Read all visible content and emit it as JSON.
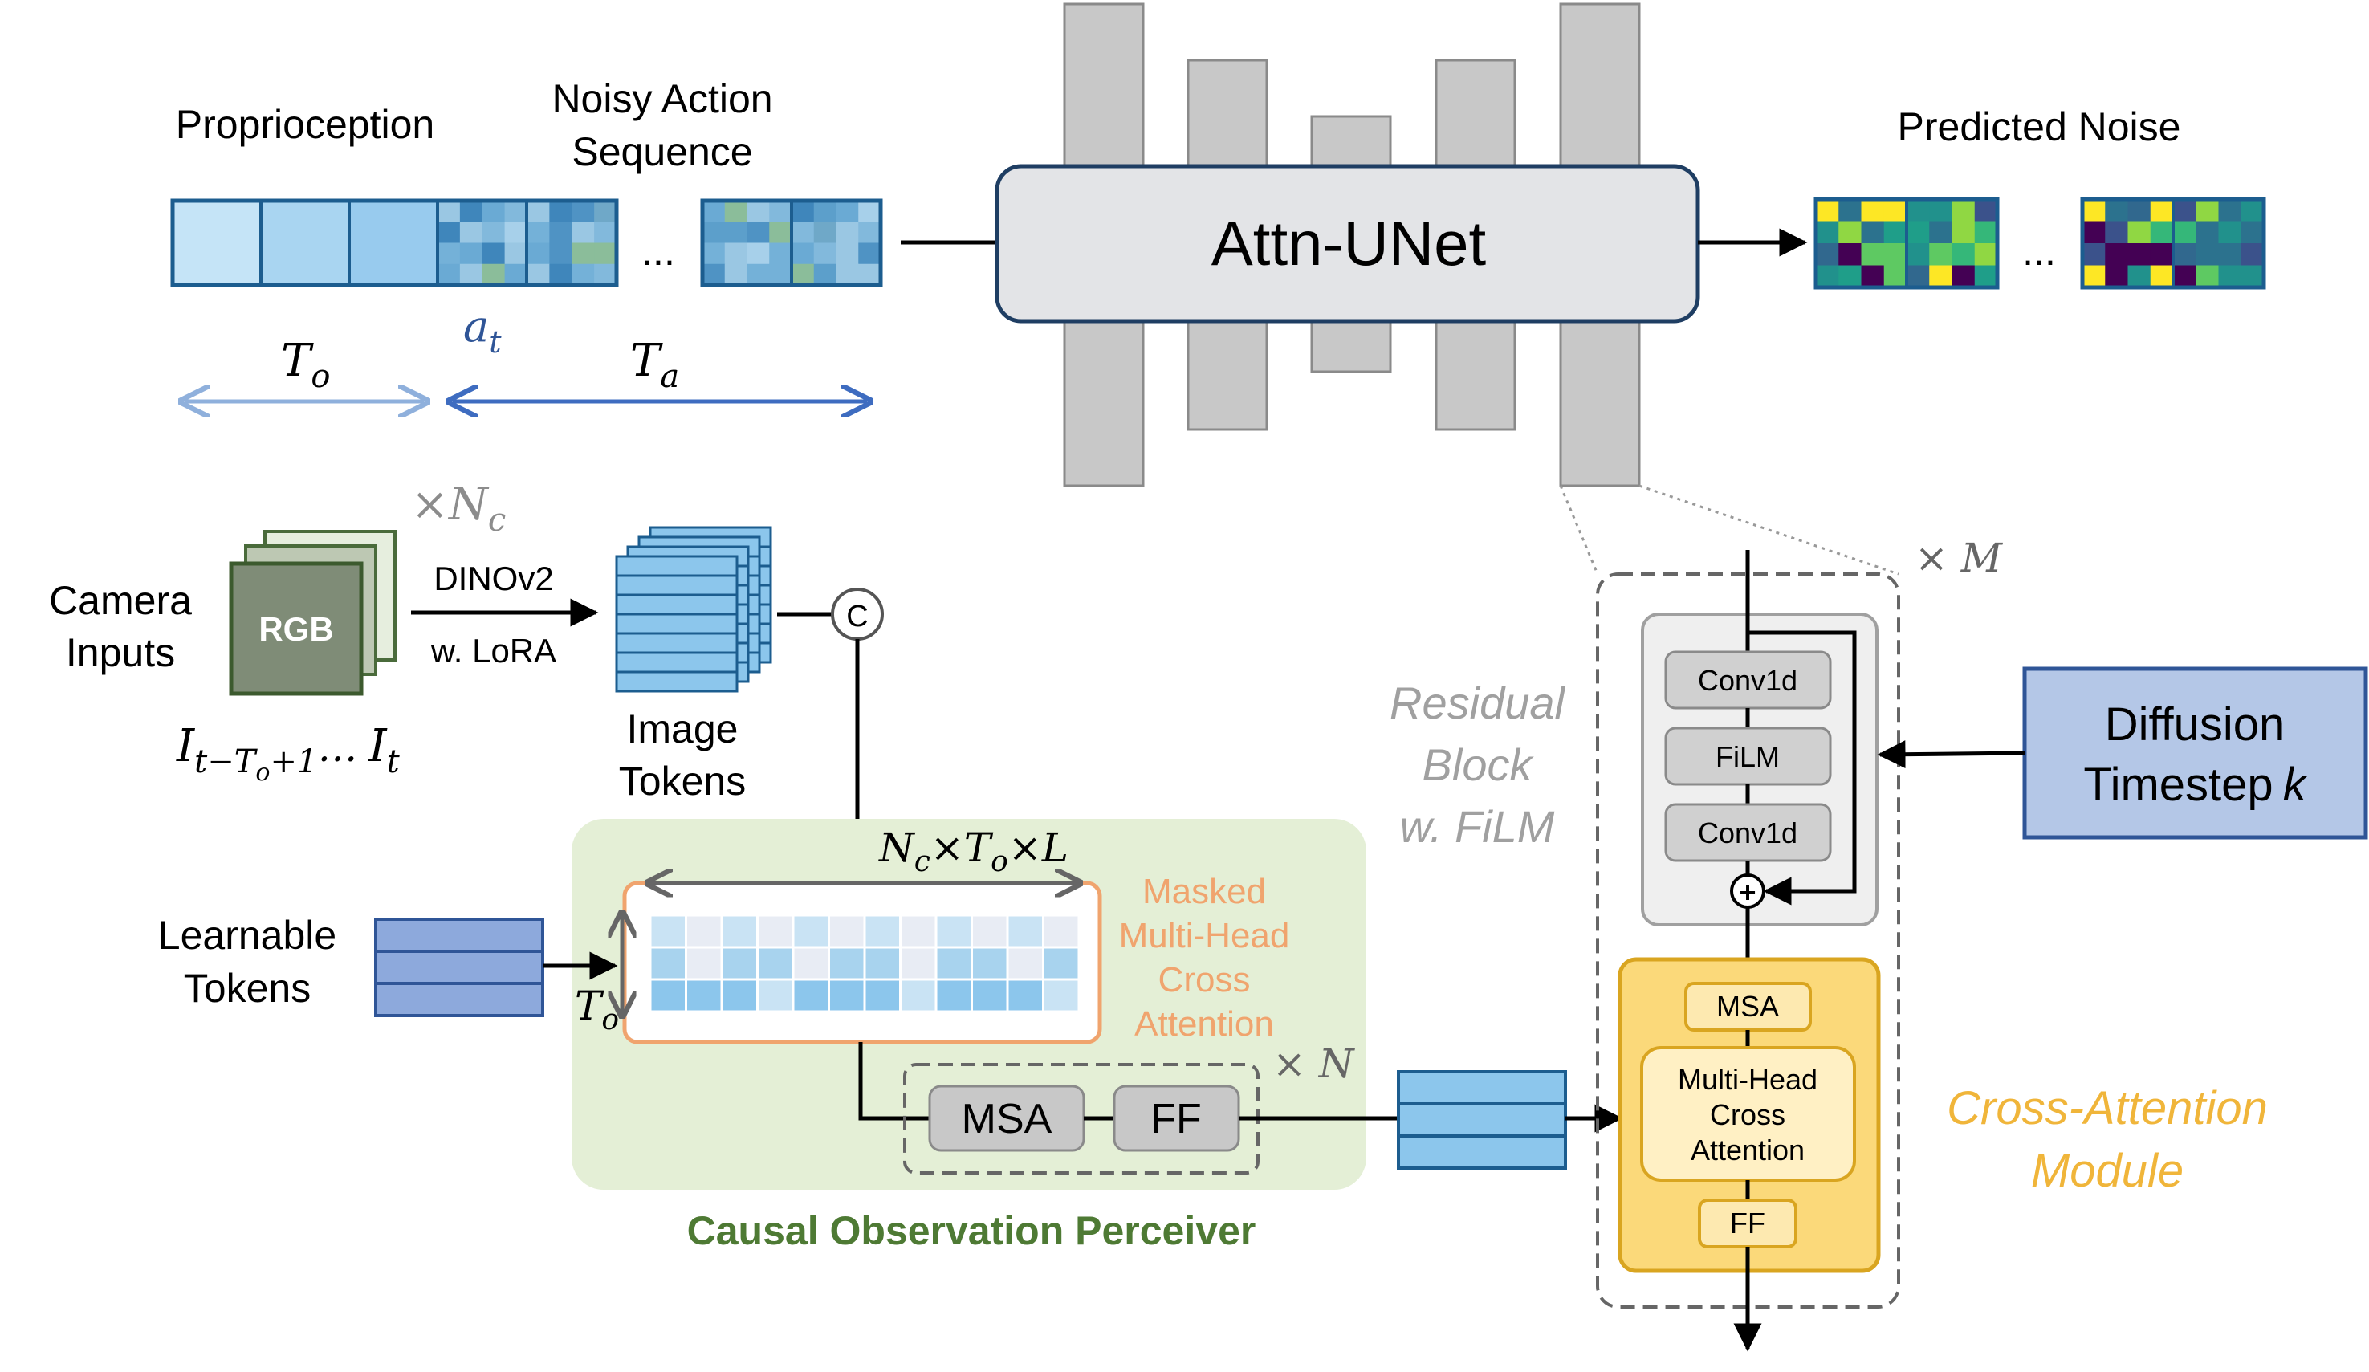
{
  "labels": {
    "proprioception": "Proprioception",
    "noisy_action_line1": "Noisy Action",
    "noisy_action_line2": "Sequence",
    "ellipsis": "...",
    "attn_unet": "Attn-UNet",
    "predicted_noise": "Predicted Noise",
    "a_t_main": "a",
    "a_t_sub": "t",
    "t_o_main": "T",
    "t_o_sub": "o",
    "t_a_main": "T",
    "t_a_sub": "a",
    "times_nc_main": "×N",
    "times_nc_sub": "c",
    "camera_line1": "Camera",
    "camera_line2": "Inputs",
    "rgb": "RGB",
    "dinov2": "DINOv2",
    "lora": "w. LoRA",
    "img_seq_main": "I",
    "img_seq_sub": "t−T",
    "img_seq_subsub": "o",
    "img_seq_plus": "+1",
    "img_seq_dots": "…",
    "img_t_main": "I",
    "img_t_sub": "t",
    "image_tokens_line1": "Image",
    "image_tokens_line2": "Tokens",
    "concat": "C",
    "nc_to_l": "N",
    "nc_to_l_c": "c",
    "nc_to_l_mid": "×T",
    "nc_to_l_o": "o",
    "nc_to_l_end": "×L",
    "learnable_line1": "Learnable",
    "learnable_line2": "Tokens",
    "masked_line1": "Masked",
    "masked_line2": "Multi-Head",
    "masked_line3": "Cross",
    "masked_line4": "Attention",
    "t_o_left_main": "T",
    "t_o_left_sub": "o",
    "msa": "MSA",
    "ff": "FF",
    "times_n": "× N",
    "perceiver_title": "Causal Observation Perceiver",
    "residual_line1": "Residual",
    "residual_line2": "Block",
    "residual_line3": "w. FiLM",
    "times_m": "× M",
    "conv1d_top": "Conv1d",
    "film": "FiLM",
    "conv1d_bottom": "Conv1d",
    "plus": "+",
    "ca_msa": "MSA",
    "ca_mhca_line1": "Multi-Head",
    "ca_mhca_line2": "Cross",
    "ca_mhca_line3": "Attention",
    "ca_ff": "FF",
    "cross_attn_line1": "Cross-Attention",
    "cross_attn_line2": "Module",
    "diffusion_line1": "Diffusion",
    "diffusion_line2": "Timestep",
    "diffusion_k": "k"
  },
  "colors": {
    "proprio_cells": [
      "#c5e4f7",
      "#a9d5f1",
      "#98cbee"
    ],
    "token_blue": "#8cc6ec",
    "learnable_blue": "#8da9dc",
    "unet_bar": "#c8c8c8",
    "unet_body": "#e3e4e7",
    "unet_border": "#1f3e63",
    "perceiver_bg": "#e4efd6",
    "perceiver_title": "#4e7a34",
    "masked_orange": "#f0a46e",
    "residual_gray": "#a0a0a0",
    "cross_attn_fill": "#fbd97a",
    "cross_attn_border": "#d9a520",
    "cross_attn_label": "#f0b53a",
    "diffusion_fill": "#b4c7e7",
    "diffusion_border": "#2f5597",
    "a_t_color": "#2f5597"
  },
  "icons": {
    "concat_icon": "circle-c",
    "arrow_icon": "arrowhead"
  }
}
